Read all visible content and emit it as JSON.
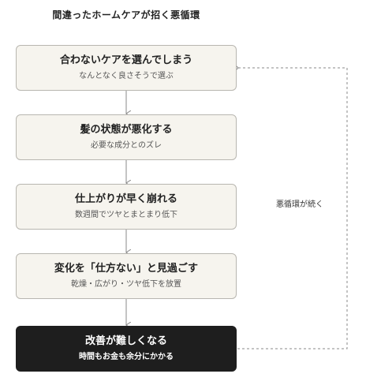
{
  "title": "間違ったホームケアが招く悪循環",
  "steps": [
    {
      "main": "合わないケアを選んでしまう",
      "sub": "なんとなく良さそうで選ぶ"
    },
    {
      "main": "髪の状態が悪化する",
      "sub": "必要な成分とのズレ"
    },
    {
      "main": "仕上がりが早く崩れる",
      "sub": "数週間でツヤとまとまり低下"
    },
    {
      "main": "変化を「仕方ない」と見過ごす",
      "sub": "乾燥・広がり・ツヤ低下を放置"
    },
    {
      "main": "改善が難しくなる",
      "sub": "時間もお金も余分にかかる"
    }
  ],
  "loop_label": "悪循環が続く",
  "colors": {
    "box_fill": "#f6f4ee",
    "box_border": "#b8b6b0",
    "dark_fill": "#1e1e1e",
    "arrow": "#888888"
  }
}
